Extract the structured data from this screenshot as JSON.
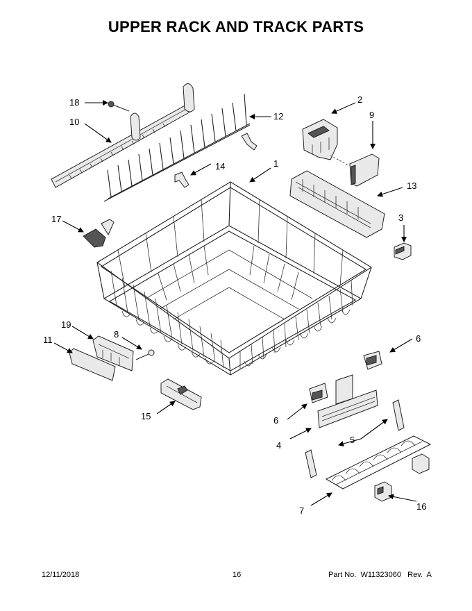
{
  "title": "UPPER RACK AND TRACK PARTS",
  "footer": {
    "date": "12/11/2018",
    "page": "16",
    "part": "Part No.  W11323060   Rev.  A"
  },
  "callouts": [
    {
      "id": "c1",
      "label": "1"
    },
    {
      "id": "c2",
      "label": "2"
    },
    {
      "id": "c3",
      "label": "3"
    },
    {
      "id": "c4",
      "label": "4"
    },
    {
      "id": "c5",
      "label": "5"
    },
    {
      "id": "c6a",
      "label": "6"
    },
    {
      "id": "c6b",
      "label": "6"
    },
    {
      "id": "c7",
      "label": "7"
    },
    {
      "id": "c8",
      "label": "8"
    },
    {
      "id": "c9",
      "label": "9"
    },
    {
      "id": "c10",
      "label": "10"
    },
    {
      "id": "c11",
      "label": "11"
    },
    {
      "id": "c12",
      "label": "12"
    },
    {
      "id": "c13",
      "label": "13"
    },
    {
      "id": "c14",
      "label": "14"
    },
    {
      "id": "c15",
      "label": "15"
    },
    {
      "id": "c16",
      "label": "16"
    },
    {
      "id": "c17",
      "label": "17"
    },
    {
      "id": "c18",
      "label": "18"
    },
    {
      "id": "c19",
      "label": "19"
    }
  ]
}
